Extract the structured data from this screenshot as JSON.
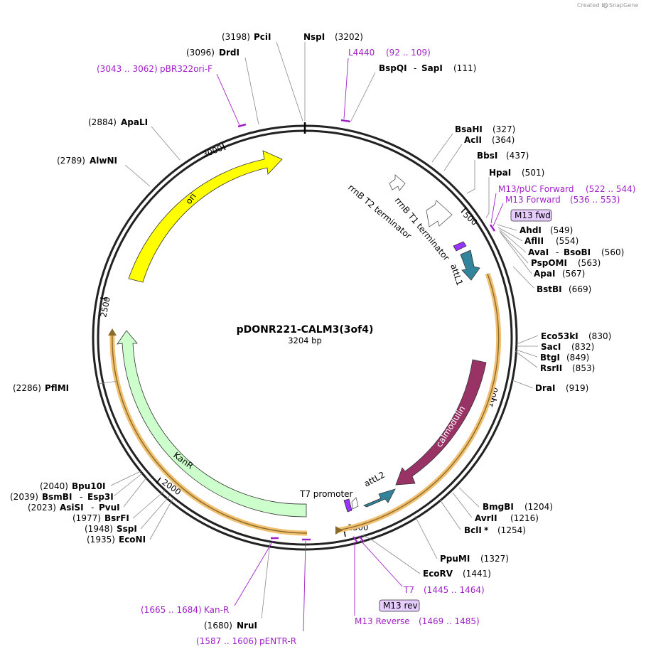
{
  "credit": {
    "created_by": "Created by",
    "brand": "SnapGene"
  },
  "plasmid": {
    "name": "pDONR221-CALM3(3of4)",
    "size": "3204 bp",
    "length": 3204
  },
  "tick_labels": [
    "500",
    "1000",
    "1500",
    "2000",
    "2500",
    "3000"
  ],
  "sites_right": [
    {
      "id": "nspi",
      "name": "NspI",
      "pos": "(3202)"
    },
    {
      "id": "bspqi",
      "name": "BspQI",
      "sep": "-",
      "name2": "SapI",
      "pos": "(111)"
    },
    {
      "id": "bsahi",
      "name": "BsaHI",
      "pos": "(327)"
    },
    {
      "id": "acli",
      "name": "AclI",
      "pos": "(364)"
    },
    {
      "id": "bbsi",
      "name": "BbsI",
      "pos": "(437)"
    },
    {
      "id": "hpai",
      "name": "HpaI",
      "pos": "(501)"
    },
    {
      "id": "ahdi",
      "name": "AhdI",
      "pos": "(549)"
    },
    {
      "id": "aflii",
      "name": "AflII",
      "pos": "(554)"
    },
    {
      "id": "avai",
      "name": "AvaI",
      "sep": "-",
      "name2": "BsoBI",
      "pos": "(560)"
    },
    {
      "id": "pspomi",
      "name": "PspOMI",
      "pos": "(563)"
    },
    {
      "id": "apai",
      "name": "ApaI",
      "pos": "(567)"
    },
    {
      "id": "bstbi",
      "name": "BstBI",
      "pos": "(669)"
    },
    {
      "id": "eco53ki",
      "name": "Eco53kI",
      "pos": "(830)"
    },
    {
      "id": "saci",
      "name": "SacI",
      "pos": "(832)"
    },
    {
      "id": "btgi",
      "name": "BtgI",
      "pos": "(849)"
    },
    {
      "id": "rsrii",
      "name": "RsrII",
      "pos": "(853)"
    },
    {
      "id": "drai",
      "name": "DraI",
      "pos": "(919)"
    },
    {
      "id": "bmgbi",
      "name": "BmgBI",
      "pos": "(1204)"
    },
    {
      "id": "avrii",
      "name": "AvrII",
      "pos": "(1216)"
    },
    {
      "id": "bcli",
      "name": "BclI",
      "suffix": " *",
      "pos": "(1254)"
    },
    {
      "id": "ppumi",
      "name": "PpuMI",
      "pos": "(1327)"
    },
    {
      "id": "ecorv",
      "name": "EcoRV",
      "pos": "(1441)"
    }
  ],
  "sites_left": [
    {
      "id": "pcii",
      "name": "PciI",
      "pos": "(3198)"
    },
    {
      "id": "drdi",
      "name": "DrdI",
      "pos": "(3096)"
    },
    {
      "id": "apali",
      "name": "ApaLI",
      "pos": "(2884)"
    },
    {
      "id": "alwni",
      "name": "AlwNI",
      "pos": "(2789)"
    },
    {
      "id": "pflmi",
      "name": "PflMI",
      "pos": "(2286)"
    },
    {
      "id": "bpu10i",
      "name": "Bpu10I",
      "pos": "(2040)"
    },
    {
      "id": "bsmbi",
      "name": "BsmBI",
      "sep": "-",
      "name2": "Esp3I",
      "pos": "(2039)"
    },
    {
      "id": "asisi",
      "name": "AsiSI",
      "sep": "-",
      "name2": "PvuI",
      "pos": "(2023)"
    },
    {
      "id": "bsrfi",
      "name": "BsrFI",
      "pos": "(1977)"
    },
    {
      "id": "sspi",
      "name": "SspI",
      "pos": "(1948)"
    },
    {
      "id": "econi",
      "name": "EcoNI",
      "pos": "(1935)"
    },
    {
      "id": "nrui",
      "name": "NruI",
      "pos": "(1680)"
    }
  ],
  "primers": [
    {
      "id": "l4440",
      "name": "L4440",
      "range": "(92 .. 109)"
    },
    {
      "id": "m13puc",
      "name": "M13/pUC Forward",
      "range": "(522 .. 544)"
    },
    {
      "id": "m13fwd",
      "name": "M13 Forward",
      "range": "(536 .. 553)"
    },
    {
      "id": "t7",
      "name": "T7",
      "range": "(1445 .. 1464)"
    },
    {
      "id": "m13rev_primer",
      "name": "M13 Reverse",
      "range": "(1469 .. 1485)"
    },
    {
      "id": "pentr",
      "name": "pENTR-R",
      "range": "(1587 .. 1606)"
    },
    {
      "id": "kanr_primer",
      "name": "Kan-R",
      "range": "(1665 .. 1684)"
    },
    {
      "id": "pbr322",
      "name": "pBR322ori-F",
      "range": "(3043 .. 3062)"
    }
  ],
  "badges": {
    "m13_fwd": "M13 fwd",
    "m13_rev": "M13 rev"
  },
  "features": {
    "ori": "ori",
    "kanr": "KanR",
    "calmodulin": "calmodulin",
    "attl1": "attL1",
    "attl2": "attL2",
    "t7_promoter": "T7 promoter",
    "rrnb_t1": "rrnB T1 terminator",
    "rrnb_t2": "rrnB T2 terminator"
  },
  "colors": {
    "ori": "#ffff00",
    "kanr": "#ccffcc",
    "calmodulin": "#993366",
    "att": "#31849b",
    "promoter": "#9933ff",
    "primer": "#a020c8",
    "badge": "#e6ccff",
    "orf_halo": "#f0c070"
  }
}
